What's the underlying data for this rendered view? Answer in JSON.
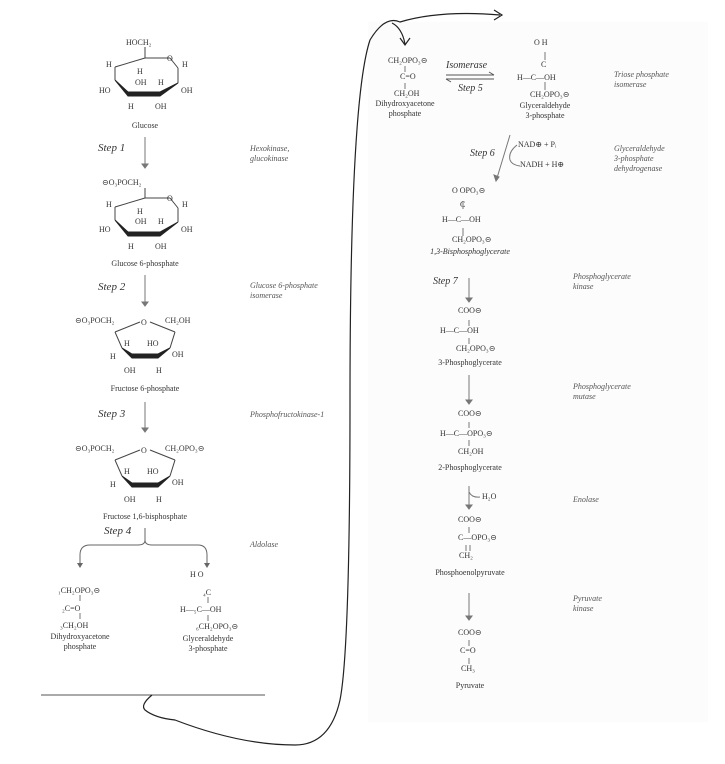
{
  "title": "Glycolysis pathway",
  "left_column": {
    "molecules": [
      {
        "name": "Glucose",
        "ring_labels": {
          "c6": "HOCH₂",
          "atoms": [
            "H",
            "H",
            "O",
            "H",
            "OH",
            "H",
            "HO",
            "OH",
            "H",
            "OH"
          ]
        }
      },
      {
        "name": "Glucose 6-phosphate",
        "ring_labels": {
          "c6": "⊝O₃POCH₂",
          "atoms": [
            "H",
            "H",
            "O",
            "H",
            "OH",
            "H",
            "HO",
            "OH",
            "H",
            "OH"
          ]
        }
      },
      {
        "name": "Fructose 6-phosphate",
        "ring_labels": {
          "c6": "⊝O₃POCH₂",
          "c1": "CH₂OH",
          "atoms": [
            "O",
            "H",
            "HO",
            "H",
            "OH",
            "OH",
            "H"
          ]
        }
      },
      {
        "name": "Fructose 1,6-bisphosphate",
        "ring_labels": {
          "c6": "⊝O₃POCH₂",
          "c1": "CH₂OPO₃⊝",
          "atoms": [
            "O",
            "H",
            "HO",
            "H",
            "OH",
            "OH",
            "H"
          ]
        }
      }
    ],
    "steps": [
      {
        "label": "Step 1",
        "enzyme": "Hexokinase,\nglucokinase"
      },
      {
        "label": "Step 2",
        "enzyme": "Glucose 6-phosphate\nisomerase"
      },
      {
        "label": "Step 3",
        "enzyme": "Phosphofructokinase-1"
      },
      {
        "label": "Step 4",
        "enzyme": "Aldolase"
      }
    ],
    "split_products": [
      {
        "name": "Dihydroxyacetone\nphosphate",
        "lines": [
          "₁CH₂OPO₃⊝",
          "₂C=O",
          "₃CH₂OH"
        ]
      },
      {
        "name": "Glyceraldehyde\n3-phosphate",
        "lines": [
          "H   O",
          "₄C",
          "H—₅C—OH",
          "₆CH₂OPO₃⊝"
        ]
      }
    ]
  },
  "right_column": {
    "step5": {
      "label": "Step 5",
      "arrow_label": "Isomerase",
      "enzyme": "Triose phosphate\nisomerase",
      "left": {
        "name": "Dihydroxyacetone\nphosphate",
        "lines": [
          "CH₂OPO₃⊝",
          "C=O",
          "CH₂OH"
        ]
      },
      "right": {
        "name": "Glyceraldehyde\n3-phosphate",
        "lines": [
          "O   H",
          "C",
          "H—C—OH",
          "CH₂OPO₃⊝"
        ]
      }
    },
    "step6": {
      "label": "Step 6",
      "enzyme": "Glyceraldehyde\n3-phosphate\ndehydrogenase",
      "in": "NAD⊕ + Pᵢ",
      "out": "NADH + H⊕"
    },
    "bpg": {
      "name": "1,3-Bisphosphoglycerate",
      "lines": [
        "O   OPO₃⊝",
        "C",
        "H—C—OH",
        "CH₂OPO₃⊝"
      ]
    },
    "step7": {
      "label": "Step 7",
      "enzyme": "Phosphoglycerate\nkinase"
    },
    "pg3": {
      "name": "3-Phosphoglycerate",
      "lines": [
        "COO⊝",
        "H—C—OH",
        "CH₂OPO₃⊝"
      ]
    },
    "step8": {
      "enzyme": "Phosphoglycerate\nmutase"
    },
    "pg2": {
      "name": "2-Phosphoglycerate",
      "lines": [
        "COO⊝",
        "H—C—OPO₃⊝",
        "CH₂OH"
      ]
    },
    "step9": {
      "enzyme": "Enolase",
      "out": "H₂O"
    },
    "pep": {
      "name": "Phosphoenolpyruvate",
      "lines": [
        "COO⊝",
        "C—OPO₃⊝",
        "CH₂"
      ]
    },
    "step10": {
      "enzyme": "Pyruvate\nkinase"
    },
    "pyruvate": {
      "name": "Pyruvate",
      "lines": [
        "COO⊝",
        "C=O",
        "CH₃"
      ]
    }
  }
}
